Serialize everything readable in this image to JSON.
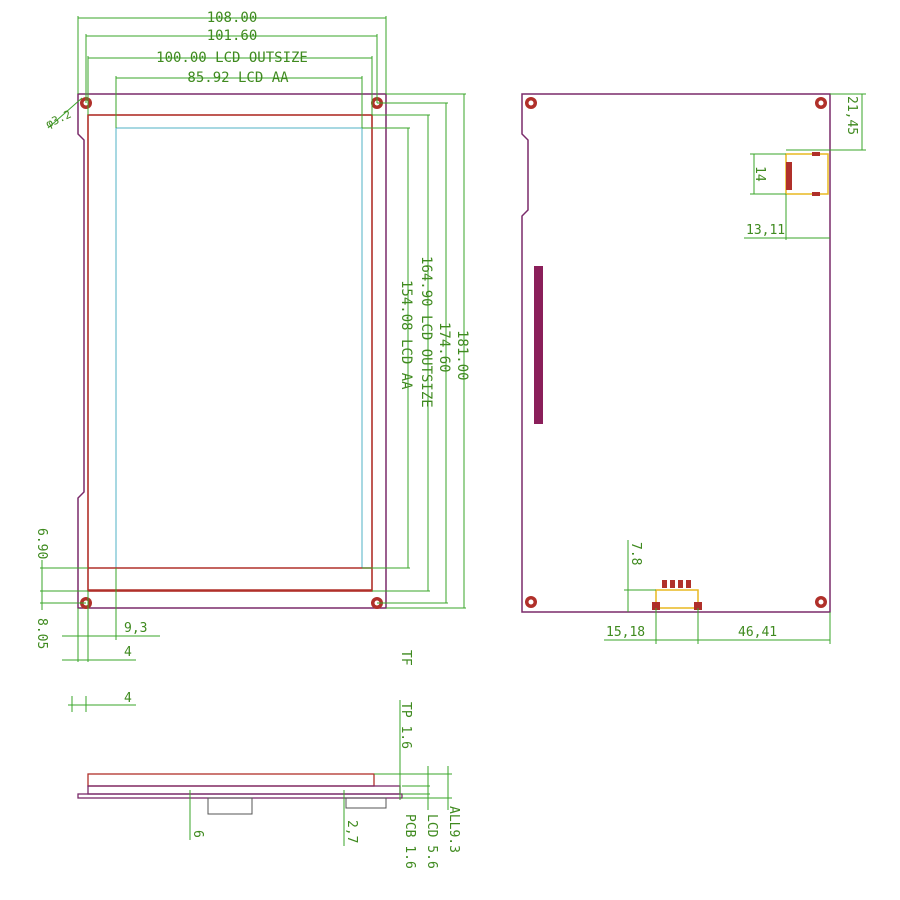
{
  "front_view": {
    "width_overall": "108.00",
    "width_holes": "101.60",
    "width_lcd": "100.00 LCD OUTSIZE",
    "width_aa": "85.92 LCD AA",
    "hole_diameter": "φ3.2",
    "height_overall": "181.00",
    "height_holes": "174.60",
    "height_lcd": "164.90 LCD OUTSIZE",
    "height_aa": "154.08 LCD AA",
    "bottom_offset_a": "6.90",
    "bottom_offset_b": "8.05",
    "left_offset_aa": "9,3",
    "left_offset_a": "4",
    "left_offset_b": "4"
  },
  "back_view": {
    "top_offset": "21,45",
    "connector_height": "14",
    "connector_offset": "13,11",
    "bottom_conn_height": "7.8",
    "bottom_left": "15,18",
    "bottom_right": "46,41"
  },
  "side_view": {
    "tf": "TF",
    "tp": "TP 1.6",
    "lcd": "LCD 5.6",
    "pcb": "PCB 1.6",
    "all": "ALL9.3",
    "dim_6": "6",
    "dim_27": "2,7"
  },
  "colors": {
    "dimension": "#3aa52a",
    "outline": "#7a2a6a",
    "pcb": "#b0302a",
    "active_area": "#4fb0c6",
    "connector": "#e8b820",
    "strip": "#8a1f5a"
  }
}
